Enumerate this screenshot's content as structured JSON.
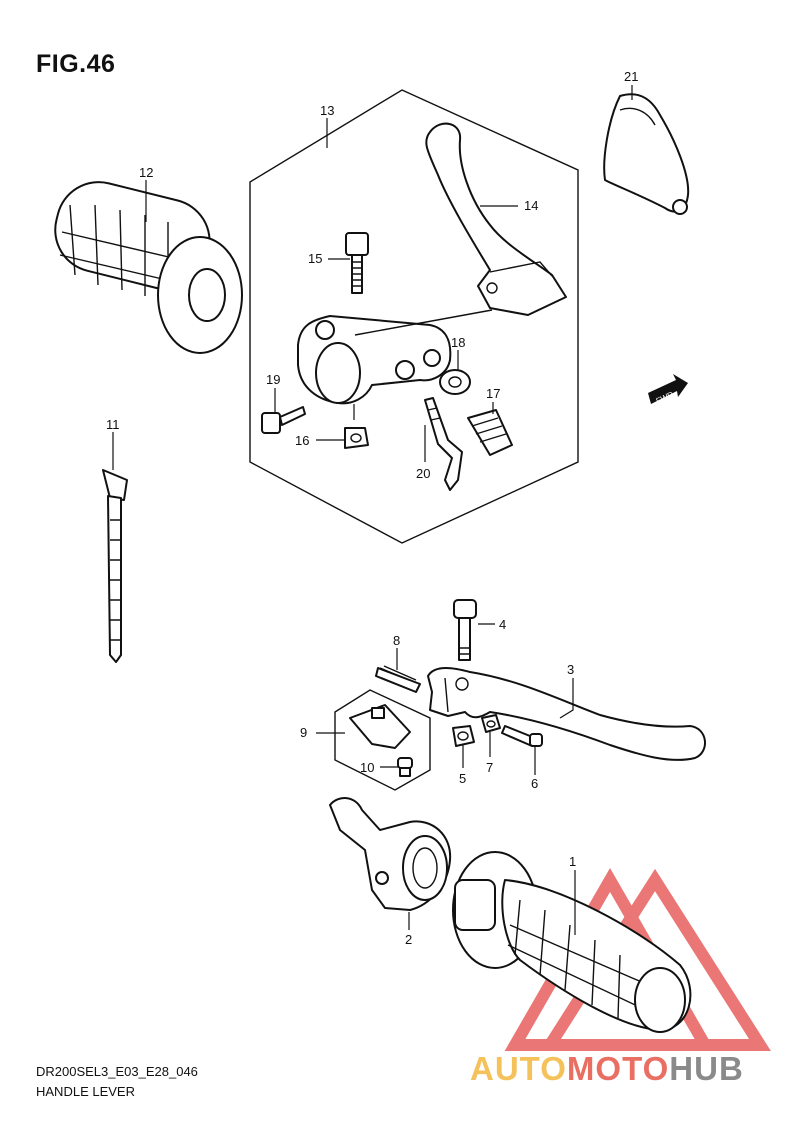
{
  "header": {
    "figure_label": "FIG.46"
  },
  "footer": {
    "model_code": "DR200SEL3_E03_E28_046",
    "diagram_name": "HANDLE LEVER"
  },
  "watermark": {
    "auto": "AUTO",
    "moto": "MOTO",
    "hub": "HUB",
    "colors": {
      "auto": "#f5c15a",
      "moto": "#ea6f63",
      "hub": "#8a8a8a",
      "triangle": "#e75f5f"
    }
  },
  "fwd_badge": {
    "label": "FWD"
  },
  "callouts": [
    "1",
    "2",
    "3",
    "4",
    "5",
    "6",
    "7",
    "8",
    "9",
    "10",
    "11",
    "12",
    "13",
    "14",
    "15",
    "16",
    "17",
    "18",
    "19",
    "20",
    "21"
  ]
}
